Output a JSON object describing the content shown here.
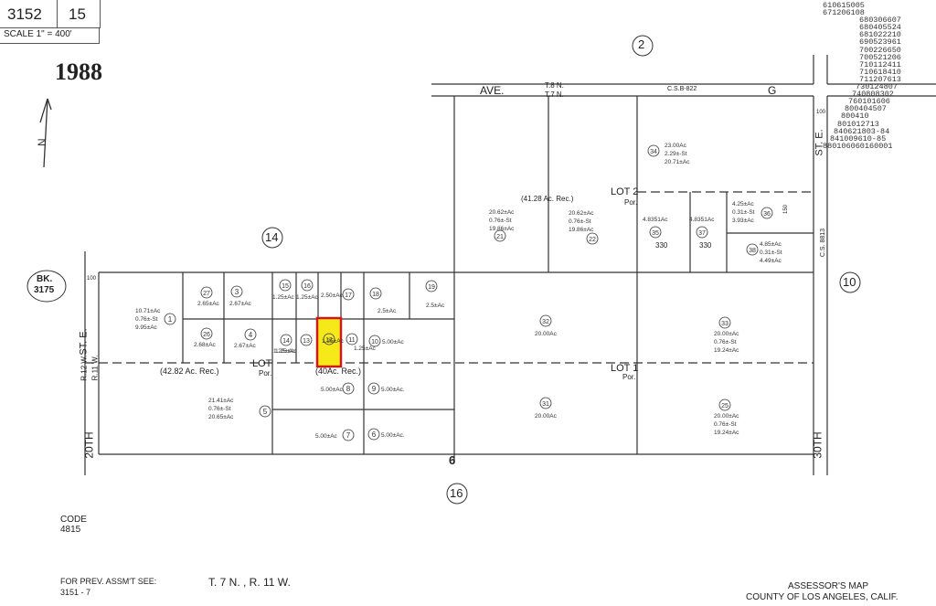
{
  "header": {
    "book": "3152",
    "page": "15",
    "scale": "SCALE 1\" = 400'",
    "year": "1988"
  },
  "revision_codes": [
    "610615005",
    "671206108",
    "680306607",
    "680405524",
    "681022210",
    "690523961",
    "700226650",
    "700521206",
    "710112411",
    "710618410",
    "711207613",
    "730124807",
    "740808302",
    "760101606",
    "800404507",
    "800410",
    "801012713",
    "840621803-84",
    "841009610-85",
    "880106060160001"
  ],
  "streets": {
    "ave_g_left": "AVE.",
    "ave_g_right": "G",
    "ave_g_cs": "C.S.B-822",
    "st_e_top": "ST. E.",
    "st_e_left": "ST. E.",
    "twentieth": "20TH",
    "thirtieth": "30TH",
    "cs_right": "C.S. 8813",
    "t8n": "T.8 N.",
    "t7n": "T.7 N.",
    "r12w": "R.12 W.",
    "r11w": "R.11 W."
  },
  "adjacent": {
    "top": "2",
    "left_page": "14",
    "right_page": "10",
    "bottom_page": "16",
    "bk_label": "BK.",
    "bk_num": "3175",
    "section": "6"
  },
  "lots": {
    "lot2": "LOT 2",
    "lot2_por": "Por.",
    "lot_left": "LOT",
    "lot_left_por": "Por.",
    "lot1": "LOT 1",
    "lot1_por": "Por.",
    "rec_left": "(42.82 Ac. Rec.)",
    "rec_mid": "(40Ac. Rec.)",
    "rec_top": "(41.28 Ac. Rec.)"
  },
  "parcels": [
    {
      "num": "1",
      "area": "10.71±Ac",
      "sub1": "0.76±-St",
      "sub2": "9.95±Ac"
    },
    {
      "num": "3",
      "area": "2.67±Ac"
    },
    {
      "num": "4",
      "area": "2.67±Ac"
    },
    {
      "num": "5",
      "area": "21.41±Ac",
      "sub1": "0.76±-St",
      "sub2": "20.65±Ac"
    },
    {
      "num": "6",
      "area": "5.00±Ac."
    },
    {
      "num": "7",
      "area": "5.00±Ac"
    },
    {
      "num": "8",
      "area": "5.00±Ac"
    },
    {
      "num": "9",
      "area": "5.00±Ac."
    },
    {
      "num": "10",
      "area": "5.00±Ac"
    },
    {
      "num": "11",
      "area": "1.25±Ac"
    },
    {
      "num": "12",
      "area": "1.25±Ac"
    },
    {
      "num": "13",
      "area": "1.25±Ac"
    },
    {
      "num": "14",
      "area": "1.25±Ac"
    },
    {
      "num": "15",
      "area": "1.25±Ac"
    },
    {
      "num": "16",
      "area": "1.25±Ac"
    },
    {
      "num": "17",
      "area": "2.50±Ac"
    },
    {
      "num": "18",
      "area": "2.5±Ac"
    },
    {
      "num": "19",
      "area": "2.5±Ac"
    },
    {
      "num": "21",
      "area": "20.62±Ac",
      "sub1": "0.76±-St",
      "sub2": "19.86±Ac"
    },
    {
      "num": "22",
      "area": "20.62±Ac",
      "sub1": "0.76±-St",
      "sub2": "19.86±Ac"
    },
    {
      "num": "26",
      "area": "2.68±Ac"
    },
    {
      "num": "27",
      "area": "2.65±Ac"
    },
    {
      "num": "31",
      "area": "20.00Ac"
    },
    {
      "num": "32",
      "area": "20.00Ac"
    },
    {
      "num": "33",
      "area": "20.00±Ac",
      "sub1": "0.76±-St",
      "sub2": "19.24±Ac"
    },
    {
      "num": "34",
      "area": "23.00Ac",
      "sub1": "2.29±-St",
      "sub2": "20.71±Ac"
    },
    {
      "num": "35",
      "area": "4.8351Ac"
    },
    {
      "num": "36",
      "area": "4.25±Ac",
      "sub1": "0.31±-St",
      "sub2": "3.93±Ac"
    },
    {
      "num": "37",
      "area": "4.8351Ac"
    },
    {
      "num": "38",
      "area": "4.85±Ac",
      "sub1": "0.31±-St",
      "sub2": "4.49±Ac"
    },
    {
      "num": "25",
      "area": "20.00±Ac",
      "sub1": "0.76±-St",
      "sub2": "19.24±Ac"
    }
  ],
  "dims": {
    "d330a": "330",
    "d330b": "330",
    "d100a": "100",
    "d100b": "100",
    "d150": "150"
  },
  "highlight": {
    "parcel": "12",
    "color": "#f5e91a",
    "border": "#d01818"
  },
  "footer": {
    "code_label": "CODE",
    "code_value": "4815",
    "prev_line1": "FOR PREV. ASSM'T SEE:",
    "prev_line2": "3151 - 7",
    "township": "T. 7 N. , R. 11 W.",
    "assessor_line1": "ASSESSOR'S MAP",
    "assessor_line2": "COUNTY OF LOS ANGELES, CALIF."
  }
}
